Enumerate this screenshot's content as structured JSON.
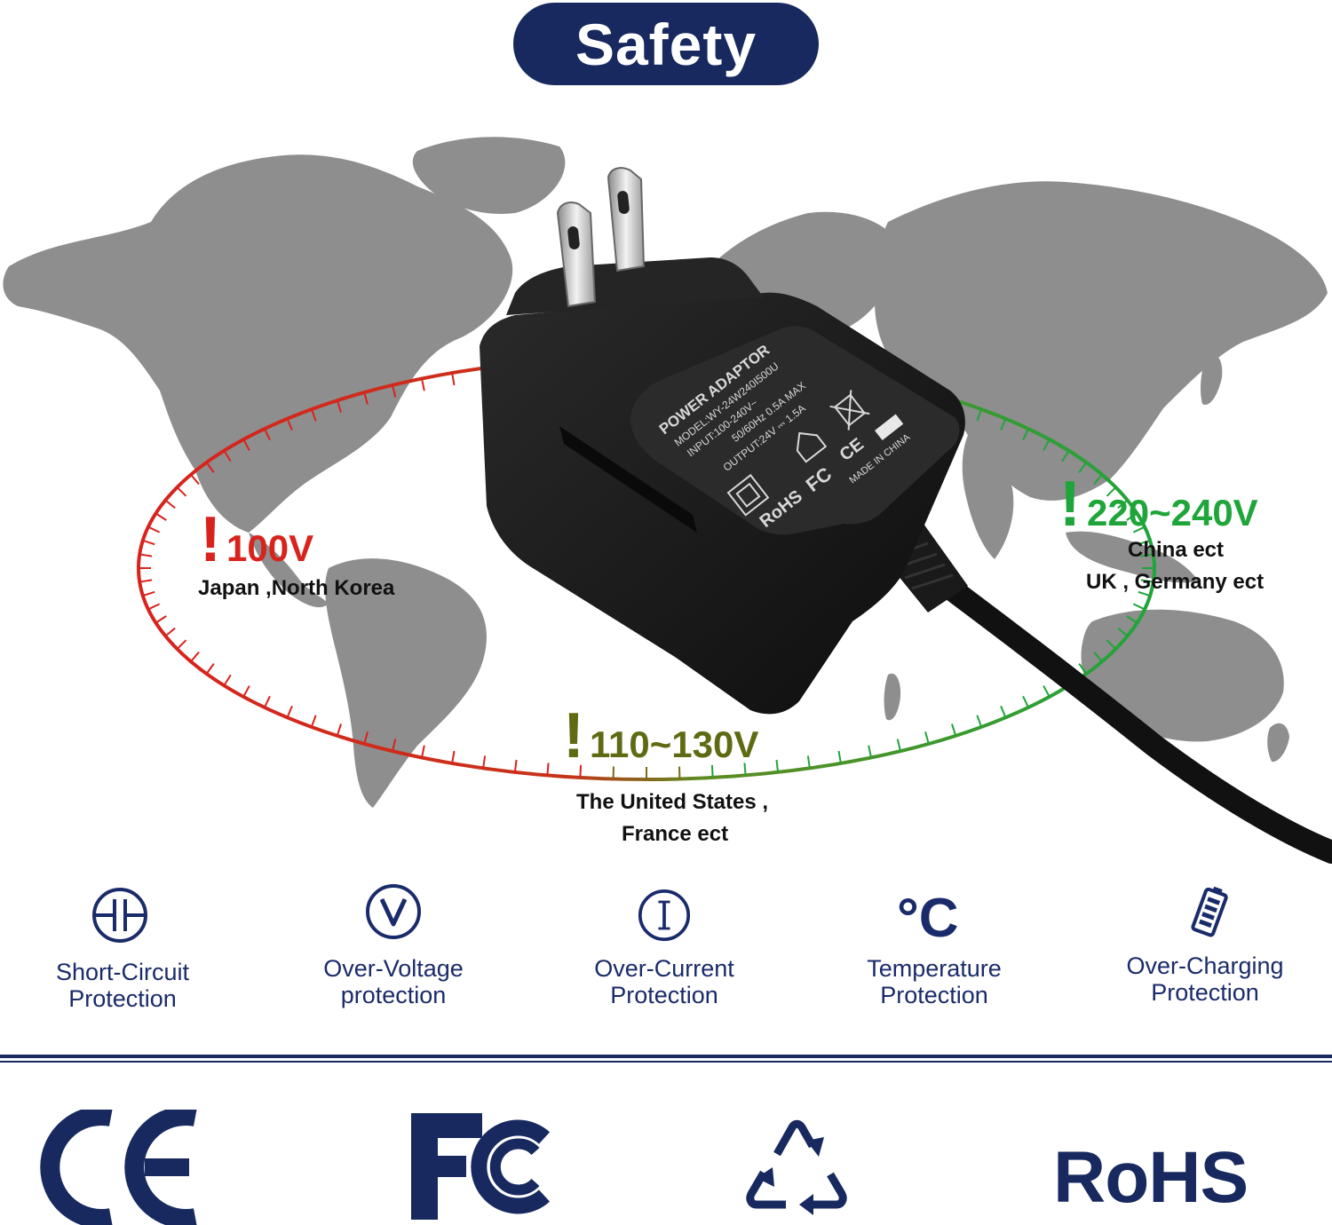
{
  "header": {
    "title": "Safety"
  },
  "colors": {
    "navy": "#17295e",
    "brand_blue": "#1a2b6b",
    "red": "#d9221c",
    "olive": "#5f6a12",
    "green": "#1fa53a",
    "map_gray": "#8e8e8e",
    "adapter_black": "#151515"
  },
  "voltage_zones": [
    {
      "value": "100V",
      "regions": [
        "Japan ,North Korea"
      ],
      "color": "#d9221c"
    },
    {
      "value": "110~130V",
      "regions": [
        "The United States ,",
        "France ect"
      ],
      "color": "#5f6a12"
    },
    {
      "value": "220~240V",
      "regions": [
        "China ect",
        "UK , Germany ect"
      ],
      "color": "#1fa53a"
    }
  ],
  "warning_mark": "!",
  "adapter": {
    "label_lines": [
      "POWER ADAPTOR",
      "MODEL:WY-24W240I500U",
      "INPUT:100-240V~",
      "50/60Hz 0.5A MAX",
      "OUTPUT:24V ⎓ 1.5A"
    ],
    "made_in": "MADE IN CHINA",
    "label_marks": [
      "RoHS",
      "FC",
      "CE"
    ]
  },
  "features": [
    {
      "icon": "short-circuit-icon",
      "lines": [
        "Short-Circuit",
        "Protection"
      ]
    },
    {
      "icon": "over-voltage-icon",
      "lines": [
        "Over-Voltage",
        "protection"
      ]
    },
    {
      "icon": "over-current-icon",
      "lines": [
        "Over-Current",
        "Protection"
      ]
    },
    {
      "icon": "temperature-icon",
      "lines": [
        "Temperature",
        "Protection"
      ],
      "glyph": "°C"
    },
    {
      "icon": "battery-icon",
      "lines": [
        "Over-Charging",
        "Protection"
      ]
    }
  ],
  "certifications": [
    {
      "name": "ce-logo",
      "text": "CE"
    },
    {
      "name": "fcc-logo",
      "text": "FC"
    },
    {
      "name": "recycle-logo",
      "text": ""
    },
    {
      "name": "rohs-logo",
      "text": "RoHS"
    }
  ]
}
